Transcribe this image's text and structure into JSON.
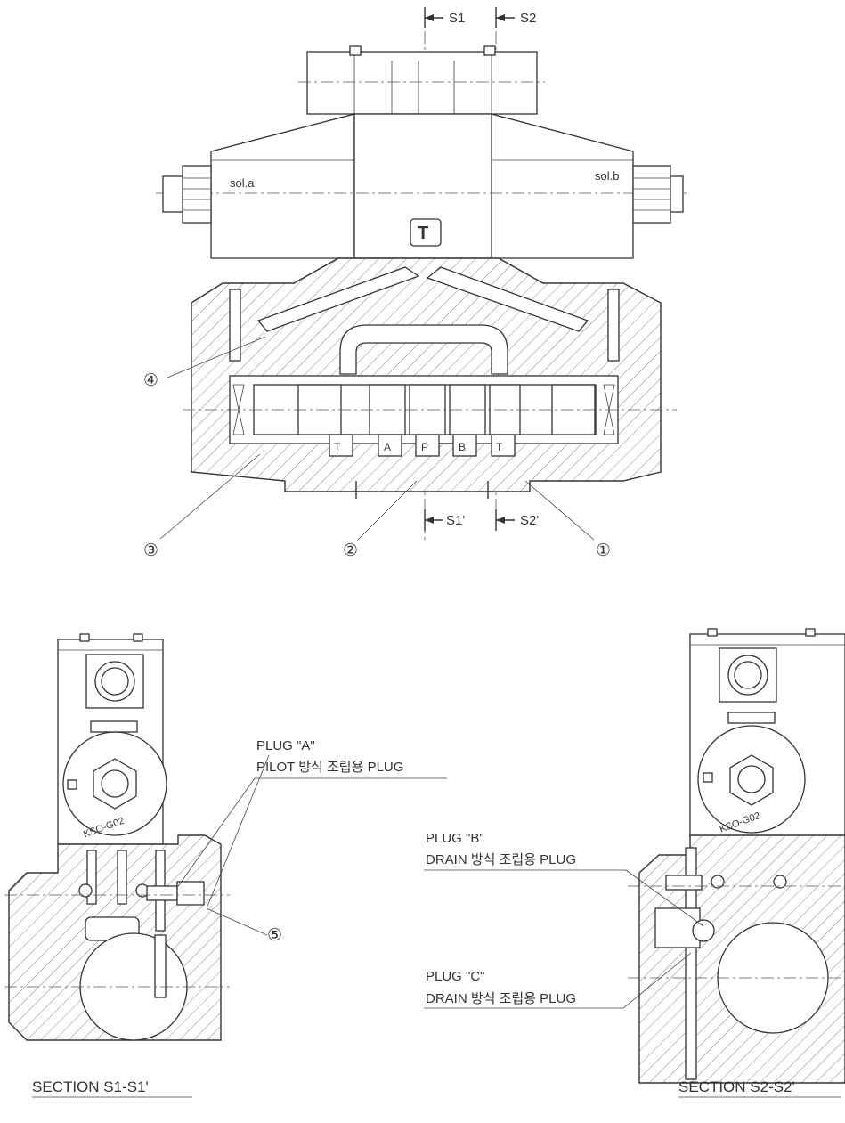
{
  "top_view": {
    "section_marks": [
      "S1",
      "S2",
      "S1'",
      "S2'"
    ],
    "solenoid_a": "sol.a",
    "solenoid_b": "sol.b",
    "t_badge": "T",
    "port_labels": [
      "T",
      "A",
      "P",
      "B",
      "T"
    ],
    "callouts": [
      "①",
      "②",
      "③",
      "④"
    ]
  },
  "section_left": {
    "title": "SECTION S1-S1'",
    "nameplate": "KSO-G02",
    "plug_a_title": "PLUG \"A\"",
    "plug_a_desc": "PILOT 방식 조립용 PLUG",
    "callout": "⑤"
  },
  "section_right": {
    "title": "SECTION S2-S2'",
    "nameplate": "KSO-G02",
    "plug_b_title": "PLUG \"B\"",
    "plug_b_desc": "DRAIN 방식 조립용 PLUG",
    "plug_c_title": "PLUG \"C\"",
    "plug_c_desc": "DRAIN 방식 조립용 PLUG"
  }
}
